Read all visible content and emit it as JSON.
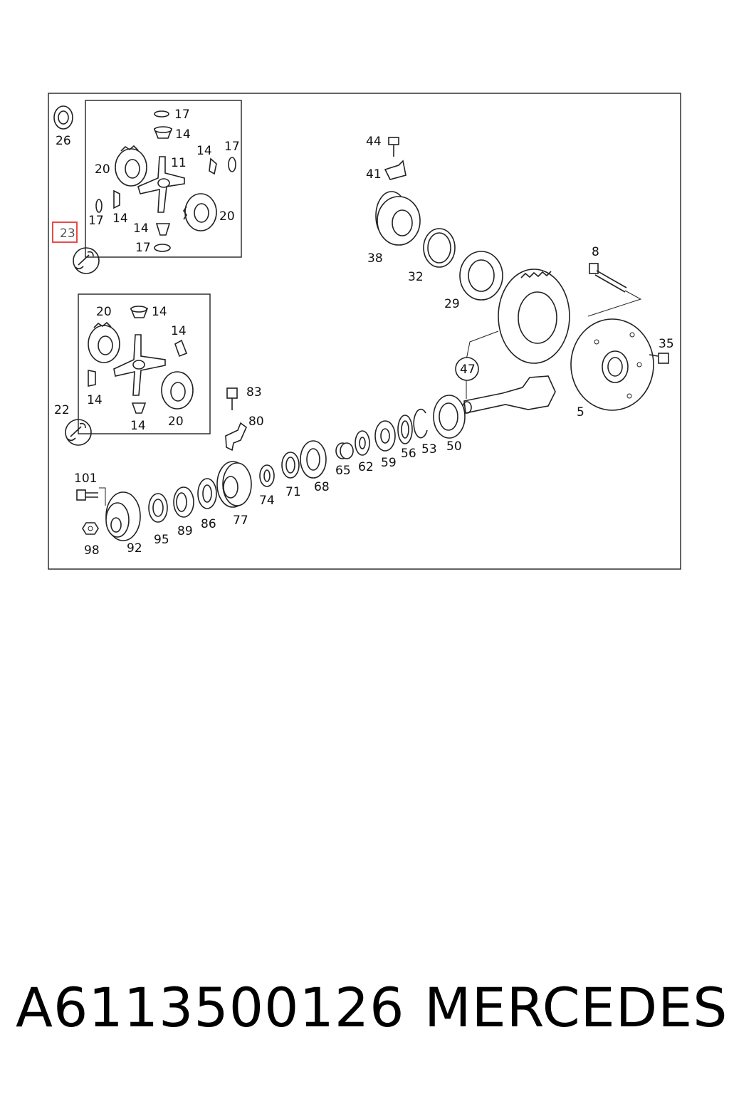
{
  "callouts": {
    "c26": "26",
    "c23": "23",
    "b17a": "17",
    "b14a": "14",
    "b14b": "14",
    "b17b": "17",
    "b20a": "20",
    "b11": "11",
    "b17c": "17",
    "b14c": "14",
    "b20b": "20",
    "b14d": "14",
    "b17d": "17",
    "d20a": "20",
    "d14a": "14",
    "d14b": "14",
    "d14c": "14",
    "d14d": "14",
    "d20b": "20",
    "c22": "22",
    "c44": "44",
    "c41": "41",
    "c38": "38",
    "c32": "32",
    "c29": "29",
    "c8": "8",
    "c35": "35",
    "c47": "47",
    "c5": "5",
    "c83": "83",
    "c80": "80",
    "c50": "50",
    "c53": "53",
    "c56": "56",
    "c59": "59",
    "c62": "62",
    "c65": "65",
    "c68": "68",
    "c71": "71",
    "c74": "74",
    "c77": "77",
    "c86": "86",
    "c89": "89",
    "c95": "95",
    "c92": "92",
    "c98": "98",
    "c101": "101"
  },
  "highlighted_callout": "23",
  "highlight_color": "#e53935",
  "footer": {
    "part_number": "A6113500126",
    "brand": "MERCEDES"
  }
}
